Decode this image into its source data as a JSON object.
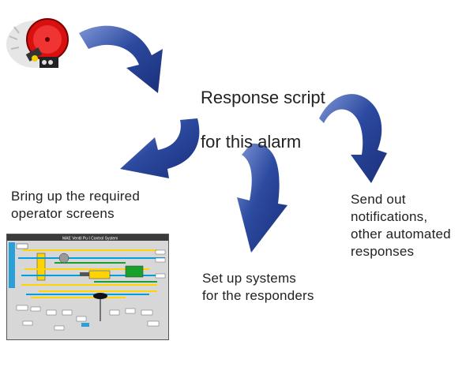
{
  "title": {
    "line1": "Response script",
    "line2": "for this alarm"
  },
  "steps": [
    {
      "text": "Bring up the required\noperator screens"
    },
    {
      "text": "Set up systems\nfor the responders"
    },
    {
      "text": "Send out\nnotifications,\nother automated\nresponses"
    }
  ],
  "screen": {
    "title_bar": "MAE Ventil Pu    I Control System"
  },
  "colors": {
    "arrow": "#1f3b8f",
    "arrow_light": "#8aa2dc",
    "alarm_red": "#e01010",
    "screen_bg": "#d7d7d7",
    "screen_header": "#3b3b3b"
  },
  "icons": [
    "alarm-bell-icon"
  ]
}
